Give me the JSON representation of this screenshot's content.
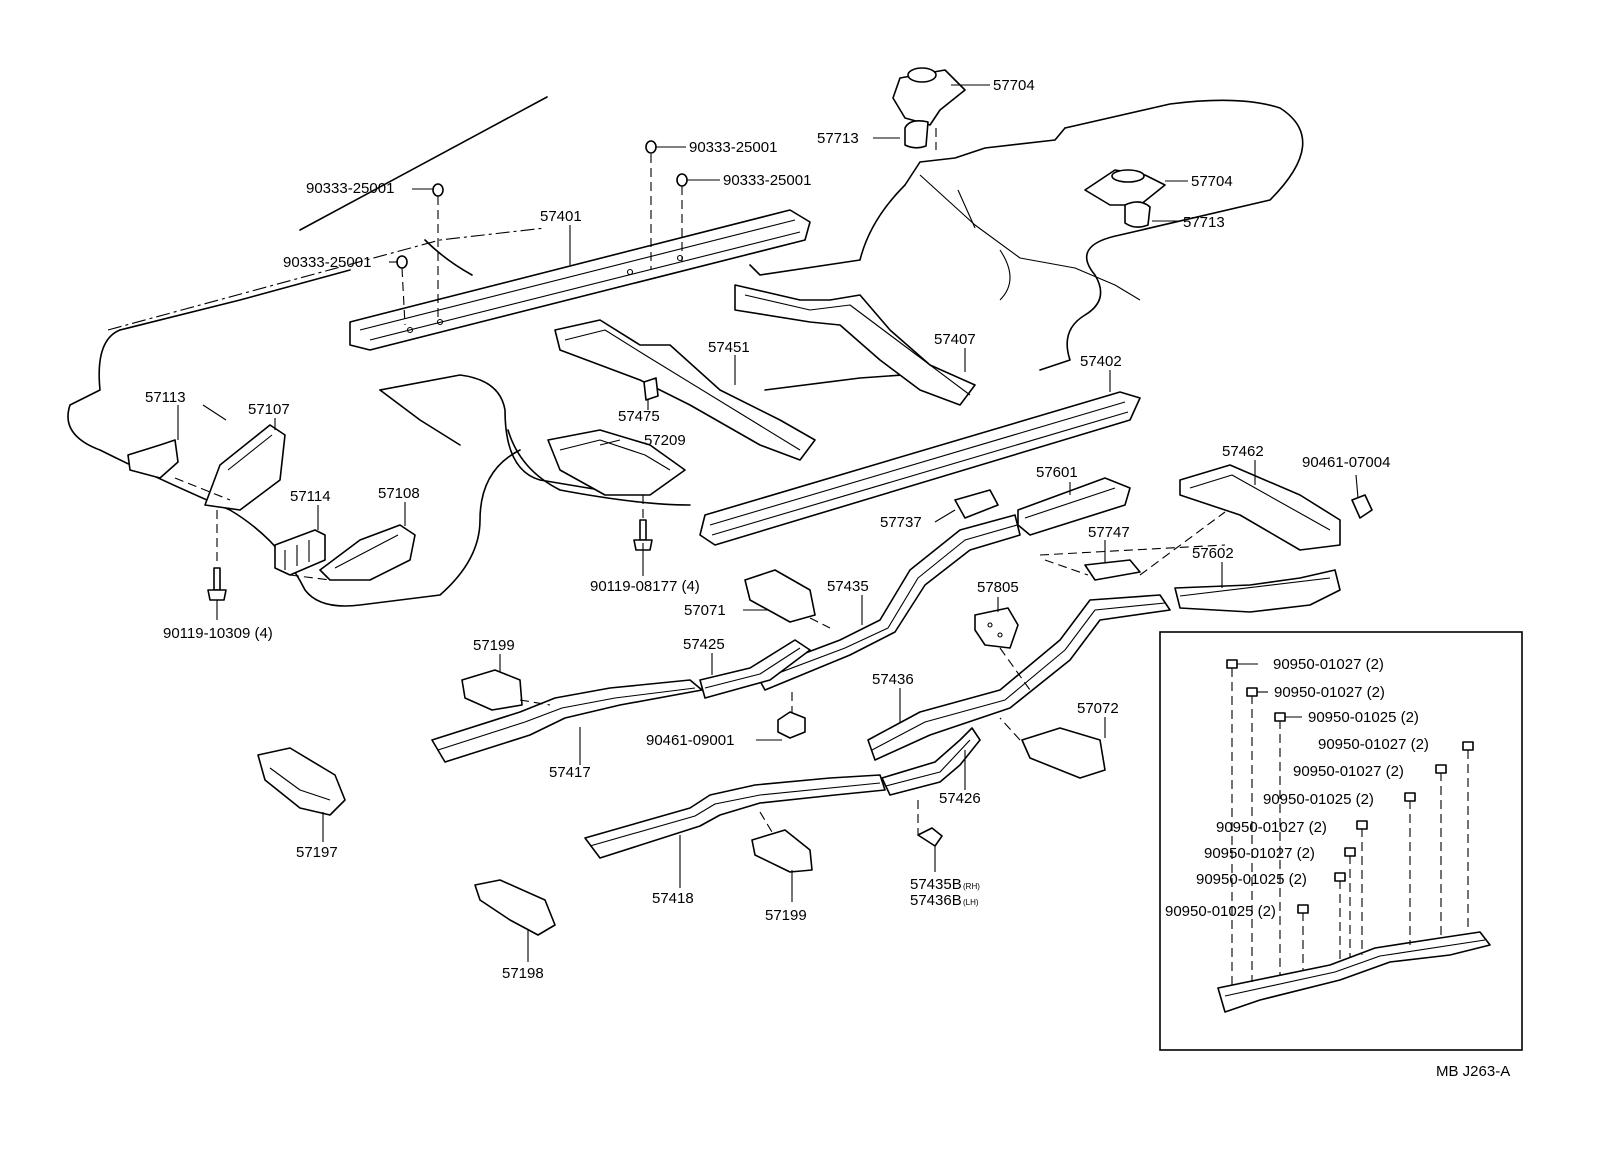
{
  "figure_code": "MB J263-A",
  "labels": {
    "p57704a": "57704",
    "p57713a": "57713",
    "p57704b": "57704",
    "p57713b": "57713",
    "p90333a": "90333-25001",
    "p90333b": "90333-25001",
    "p90333c": "90333-25001",
    "p90333d": "90333-25001",
    "p57401": "57401",
    "p57451": "57451",
    "p57407": "57407",
    "p57402": "57402",
    "p57113": "57113",
    "p57107": "57107",
    "p57475": "57475",
    "p57209": "57209",
    "p57114": "57114",
    "p57108": "57108",
    "p90119_08177": "90119-08177 (4)",
    "p90119_10309": "90119-10309 (4)",
    "p57601": "57601",
    "p57462": "57462",
    "p90461_07004": "90461-07004",
    "p57737": "57737",
    "p57747": "57747",
    "p57602": "57602",
    "p57805": "57805",
    "p57071": "57071",
    "p57435": "57435",
    "p57199a": "57199",
    "p57425": "57425",
    "p90461_09001": "90461-09001",
    "p57417": "57417",
    "p57436": "57436",
    "p57072": "57072",
    "p57426": "57426",
    "p57197": "57197",
    "p57418": "57418",
    "p57199b": "57199",
    "p57435b_num": "57435B",
    "p57435b_suf": "(RH)",
    "p57436b_num": "57436B",
    "p57436b_suf": "(LH)",
    "p57198": "57198"
  },
  "inset_fasteners": [
    "90950-01027 (2)",
    "90950-01027 (2)",
    "90950-01025 (2)",
    "90950-01027 (2)",
    "90950-01027 (2)",
    "90950-01025 (2)",
    "90950-01027 (2)",
    "90950-01027 (2)",
    "90950-01025 (2)",
    "90950-01025 (2)"
  ]
}
